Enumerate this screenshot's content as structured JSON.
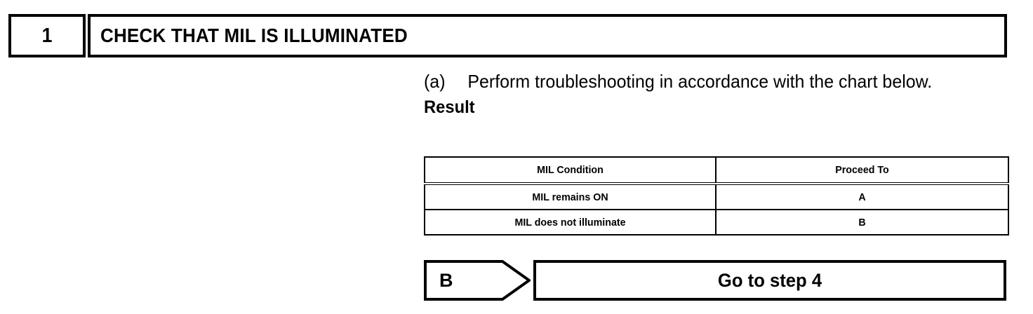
{
  "step": {
    "number": "1",
    "title": "CHECK THAT MIL IS ILLUMINATED"
  },
  "procedure": {
    "marker": "(a)",
    "text": "Perform troubleshooting in accordance with the chart below.",
    "result_label": "Result"
  },
  "result_table": {
    "headers": [
      "MIL Condition",
      "Proceed To"
    ],
    "rows": [
      [
        "MIL remains ON",
        "A"
      ],
      [
        "MIL does not illuminate",
        "B"
      ]
    ]
  },
  "goto": {
    "tag": "B",
    "label": "Go to step 4"
  },
  "colors": {
    "ink": "#000000",
    "paper": "#ffffff"
  }
}
